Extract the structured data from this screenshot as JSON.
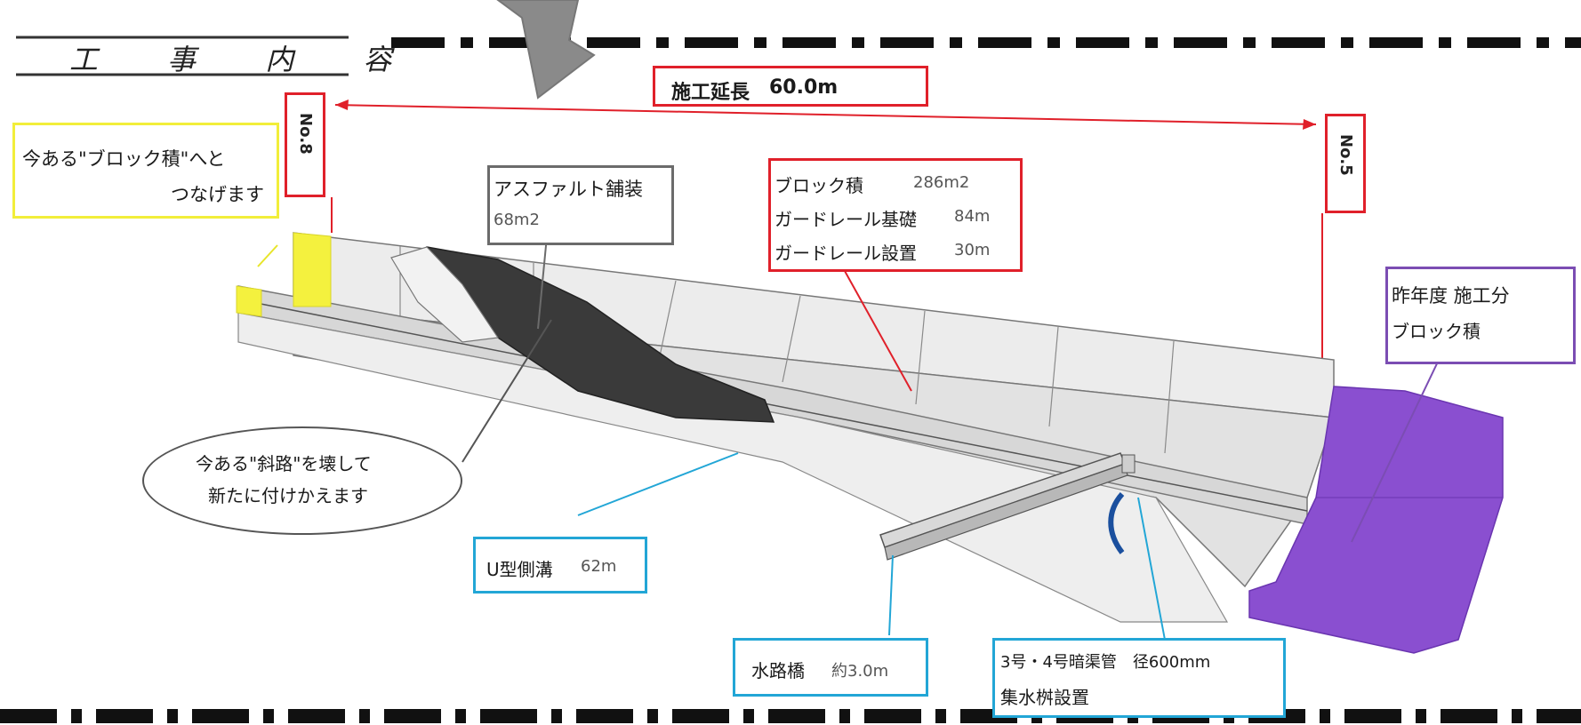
{
  "title": "工 事 内 容",
  "length_label": "施工延長",
  "length_value": "60.0m",
  "station_left": "No.8",
  "station_right": "No.5",
  "callouts": {
    "existing_block": [
      "今ある\"ブロック積\"へと",
      "つなげます"
    ],
    "asphalt": [
      "アスファルト舗装",
      "68m2"
    ],
    "block_work": [
      {
        "label": "ブロック積",
        "value": "286m2"
      },
      {
        "label": "ガードレール基礎",
        "value": "84m"
      },
      {
        "label": "ガードレール設置",
        "value": "30m"
      }
    ],
    "last_year": [
      "昨年度 施工分",
      "ブロック積"
    ],
    "slope": [
      "今ある\"斜路\"を壊して",
      "新たに付けかえます"
    ],
    "u_ditch": {
      "label": "U型側溝",
      "value": "62m"
    },
    "channel": {
      "label": "水路橋",
      "value": "約3.0m"
    },
    "culvert": [
      "3号・4号暗渠管　径600mm",
      "集水桝設置"
    ]
  },
  "colors": {
    "red": "#e0202a",
    "gray": "#6b6b6b",
    "yellow": "#f2ee3a",
    "cyan": "#22a6d6",
    "purple": "#8a4fd0"
  }
}
